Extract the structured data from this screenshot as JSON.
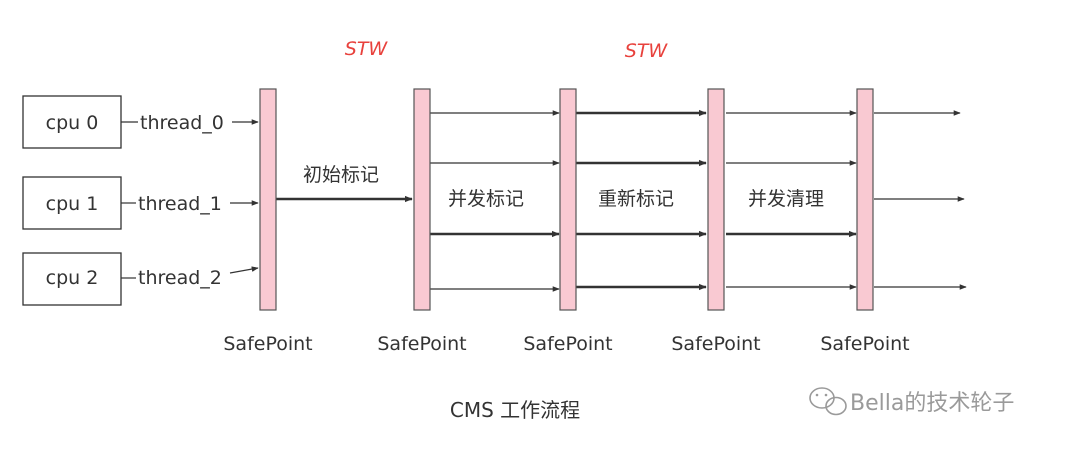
{
  "cpus": [
    {
      "label": "cpu 0",
      "thread": "thread_0"
    },
    {
      "label": "cpu 1",
      "thread": "thread_1"
    },
    {
      "label": "cpu 2",
      "thread": "thread_2"
    }
  ],
  "stw_labels": [
    "STW",
    "STW"
  ],
  "phases": [
    "初始标记",
    "并发标记",
    "重新标记",
    "并发清理"
  ],
  "safepoints": [
    "SafePoint",
    "SafePoint",
    "SafePoint",
    "SafePoint",
    "SafePoint"
  ],
  "caption": "CMS 工作流程",
  "watermark": "Bella的技术轮子",
  "colors": {
    "safepoint_fill": "#f9c9d2",
    "safepoint_stroke": "#555555",
    "stw_text": "#e8413c",
    "arrow": "#333333"
  }
}
